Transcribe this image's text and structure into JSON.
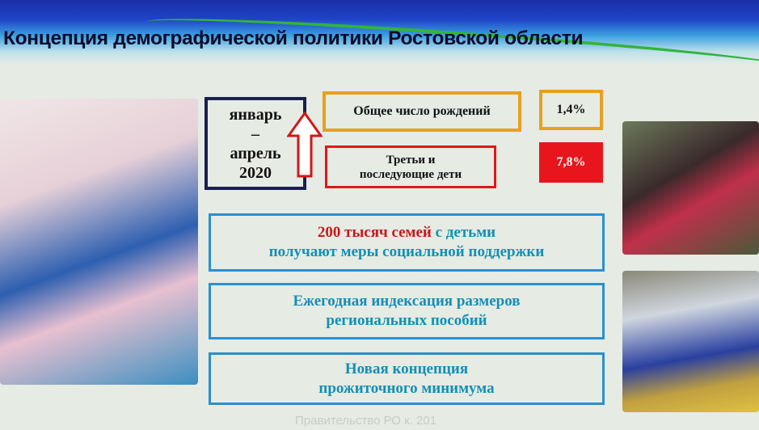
{
  "title": "Концепция демографической политики Ростовской области",
  "period": {
    "line1": "январь",
    "line2": "–",
    "line3": "апрель",
    "line4": "2020"
  },
  "stats": [
    {
      "label": "Общее число рождений",
      "value": "1,4%",
      "color": "#e8a020"
    },
    {
      "label_line1": "Третьи и",
      "label_line2": "последующие дети",
      "value": "7,8%",
      "color": "#e8161c"
    }
  ],
  "measures": {
    "m1": {
      "highlight": "200 тысяч семей",
      "rest": " с детьми",
      "line2": "получают меры социальной поддержки"
    },
    "m2": {
      "line1": "Ежегодная индексация размеров",
      "line2": "региональных пособий"
    },
    "m3": {
      "line1": "Новая концепция",
      "line2": "прожиточного минимума"
    }
  },
  "footer": "Правительство РО к. 201",
  "colors": {
    "header": "#1f43c8",
    "accent": "#2a8fd0",
    "highlight": "#c31a1a"
  }
}
